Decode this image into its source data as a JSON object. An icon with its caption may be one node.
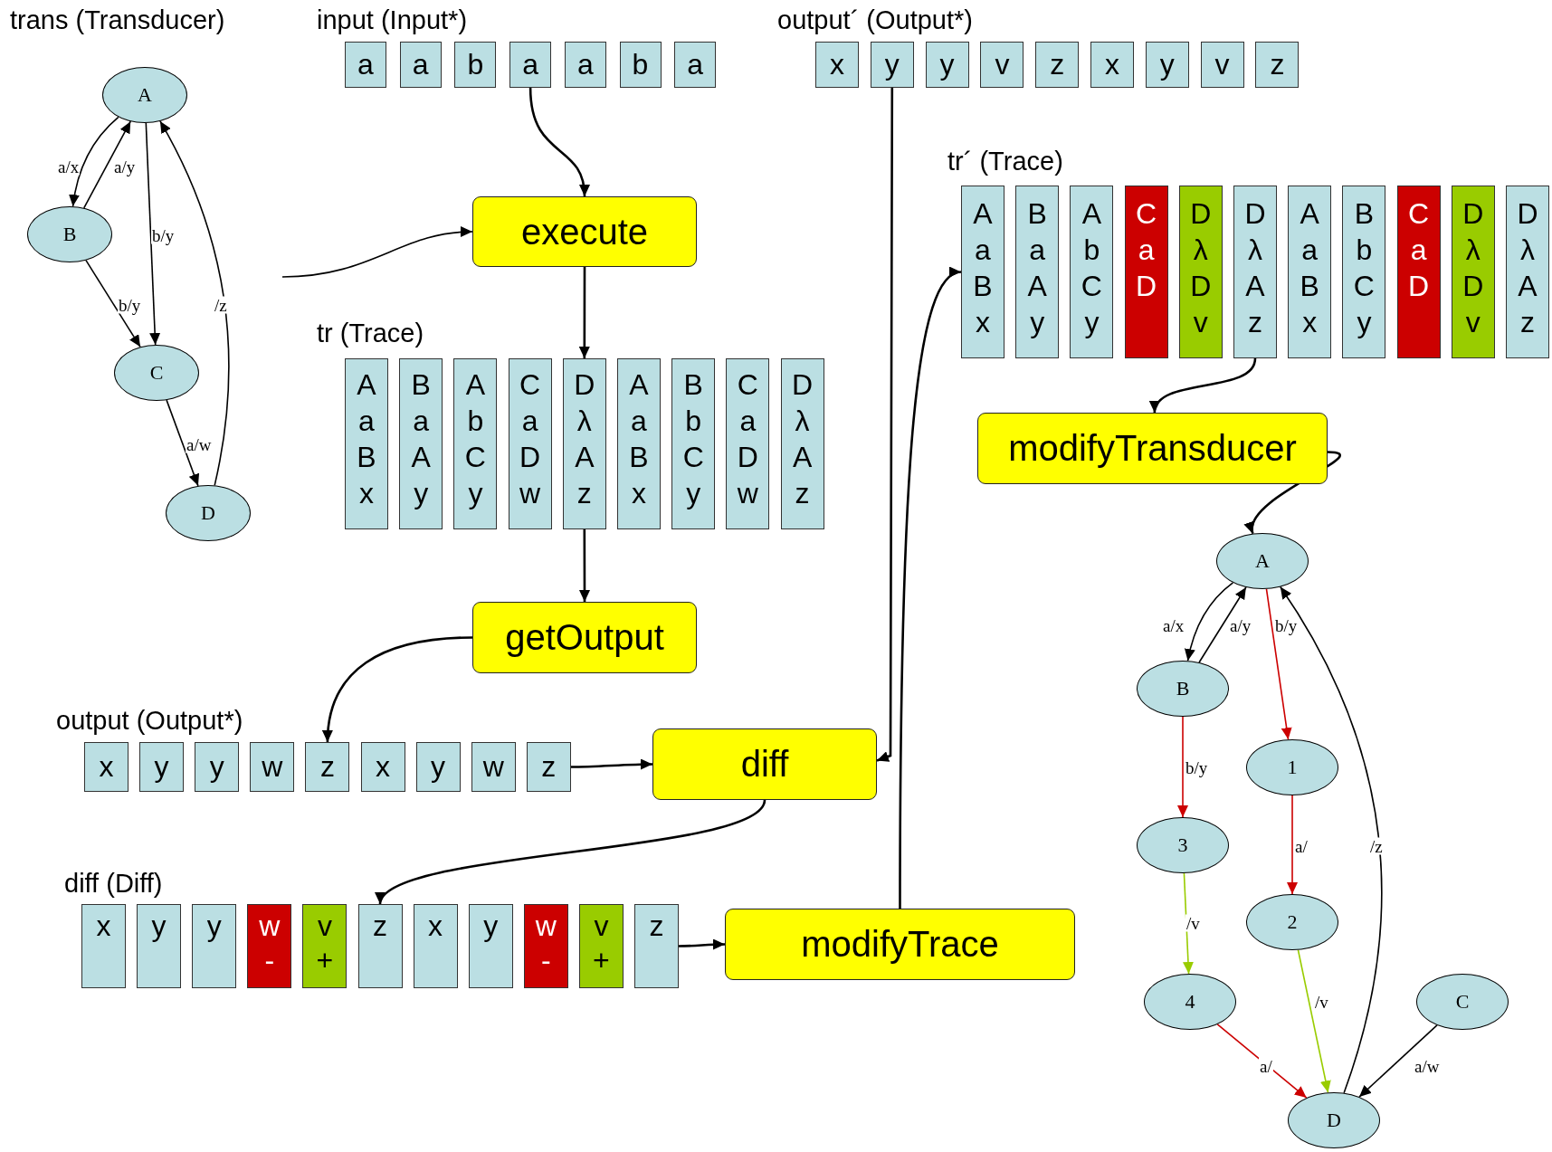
{
  "diagram": {
    "nodes": [
      {
        "text": [
          "A"
        ]
      },
      {
        "text": [
          "B"
        ]
      },
      {
        "text": [
          "C"
        ]
      },
      {
        "text": [
          "D"
        ]
      },
      {
        "text": [
          "a"
        ]
      },
      {
        "text": [
          "a"
        ]
      },
      {
        "text": [
          "b"
        ]
      },
      {
        "text": [
          "a"
        ]
      },
      {
        "text": [
          "a"
        ]
      },
      {
        "text": [
          "b"
        ]
      },
      {
        "text": [
          "a"
        ]
      },
      {
        "text": [
          "x"
        ]
      },
      {
        "text": [
          "y"
        ]
      },
      {
        "text": [
          "y"
        ]
      },
      {
        "text": [
          "v"
        ]
      },
      {
        "text": [
          "z"
        ]
      },
      {
        "text": [
          "x"
        ]
      },
      {
        "text": [
          "y"
        ]
      },
      {
        "text": [
          "v"
        ]
      },
      {
        "text": [
          "z"
        ]
      },
      {
        "text": [
          "execute"
        ]
      },
      {
        "text": [
          "A",
          "a",
          "B",
          "x"
        ]
      },
      {
        "text": [
          "B",
          "a",
          "A",
          "y"
        ]
      },
      {
        "text": [
          "A",
          "b",
          "C",
          "y"
        ]
      },
      {
        "text": [
          "C",
          "a",
          "D"
        ]
      },
      {
        "text": [
          "D",
          "λ",
          "D",
          "v"
        ]
      },
      {
        "text": [
          "D",
          "λ",
          "A",
          "z"
        ]
      },
      {
        "text": [
          "A",
          "a",
          "B",
          "x"
        ]
      },
      {
        "text": [
          "B",
          "b",
          "C",
          "y"
        ]
      },
      {
        "text": [
          "C",
          "a",
          "D"
        ]
      },
      {
        "text": [
          "D",
          "λ",
          "D",
          "v"
        ]
      },
      {
        "text": [
          "D",
          "λ",
          "A",
          "z"
        ]
      },
      {
        "text": [
          "A",
          "a",
          "B",
          "x"
        ]
      },
      {
        "text": [
          "B",
          "a",
          "A",
          "y"
        ]
      },
      {
        "text": [
          "A",
          "b",
          "C",
          "y"
        ]
      },
      {
        "text": [
          "C",
          "a",
          "D",
          "w"
        ]
      },
      {
        "text": [
          "D",
          "λ",
          "A",
          "z"
        ]
      },
      {
        "text": [
          "A",
          "a",
          "B",
          "x"
        ]
      },
      {
        "text": [
          "B",
          "b",
          "C",
          "y"
        ]
      },
      {
        "text": [
          "C",
          "a",
          "D",
          "w"
        ]
      },
      {
        "text": [
          "D",
          "λ",
          "A",
          "z"
        ]
      },
      {
        "text": [
          "modifyTransducer"
        ]
      },
      {
        "text": [
          "A"
        ]
      },
      {
        "text": [
          "B"
        ]
      },
      {
        "text": [
          "1"
        ]
      },
      {
        "text": [
          "3"
        ]
      },
      {
        "text": [
          "2"
        ]
      },
      {
        "text": [
          "4"
        ]
      },
      {
        "text": [
          "C"
        ]
      },
      {
        "text": [
          "D"
        ]
      },
      {
        "text": [
          "getOutput"
        ]
      },
      {
        "text": [
          "x"
        ]
      },
      {
        "text": [
          "y"
        ]
      },
      {
        "text": [
          "y"
        ]
      },
      {
        "text": [
          "w"
        ]
      },
      {
        "text": [
          "z"
        ]
      },
      {
        "text": [
          "x"
        ]
      },
      {
        "text": [
          "y"
        ]
      },
      {
        "text": [
          "w"
        ]
      },
      {
        "text": [
          "z"
        ]
      },
      {
        "text": [
          "diff"
        ]
      },
      {
        "text": [
          "x"
        ]
      },
      {
        "text": [
          "y"
        ]
      },
      {
        "text": [
          "y"
        ]
      },
      {
        "text": [
          "w",
          "-"
        ]
      },
      {
        "text": [
          "v",
          "+"
        ]
      },
      {
        "text": [
          "z"
        ]
      },
      {
        "text": [
          "x"
        ]
      },
      {
        "text": [
          "y"
        ]
      },
      {
        "text": [
          "w",
          "-"
        ]
      },
      {
        "text": [
          "v",
          "+"
        ]
      },
      {
        "text": [
          "z"
        ]
      },
      {
        "text": [
          "modifyTrace"
        ]
      }
    ],
    "edges": [
      {
        "from": 7,
        "to": 20,
        "arrow": "to"
      },
      {
        "from": null,
        "to": 20,
        "arrow": "to"
      },
      {
        "from": 20,
        "to": 36,
        "arrow": "to"
      },
      {
        "from": 36,
        "to": 50,
        "arrow": "to"
      },
      {
        "from": 50,
        "to": 55,
        "arrow": "to"
      },
      {
        "from": 59,
        "to": 60,
        "arrow": "to"
      },
      {
        "from": 12,
        "to": 60,
        "arrow": "to"
      },
      {
        "from": 60,
        "to": 66,
        "arrow": "to"
      },
      {
        "from": 71,
        "to": 72,
        "arrow": "to"
      },
      {
        "from": 72,
        "to": 21,
        "arrow": "to"
      },
      {
        "from": 26,
        "to": 41,
        "arrow": "to"
      },
      {
        "from": 41,
        "to": 42,
        "arrow": "to"
      },
      {
        "from": 0,
        "to": 1,
        "arrow": "to",
        "label": "a/x"
      },
      {
        "from": 1,
        "to": 0,
        "arrow": "to",
        "label": "a/y"
      },
      {
        "from": 0,
        "to": 2,
        "arrow": "to",
        "label": "b/y"
      },
      {
        "from": 1,
        "to": 2,
        "arrow": "to",
        "label": "b/y"
      },
      {
        "from": 2,
        "to": 3,
        "arrow": "to",
        "label": "a/w"
      },
      {
        "from": 3,
        "to": 0,
        "arrow": "to",
        "label": "/z"
      },
      {
        "from": 42,
        "to": 43,
        "arrow": "to",
        "label": "a/x"
      },
      {
        "from": 43,
        "to": 42,
        "arrow": "to",
        "label": "a/y"
      },
      {
        "from": 42,
        "to": 44,
        "arrow": "to",
        "label": "b/y",
        "color": "#cc0000"
      },
      {
        "from": 43,
        "to": 45,
        "arrow": "to",
        "label": "b/y",
        "color": "#cc0000"
      },
      {
        "from": 44,
        "to": 46,
        "arrow": "to",
        "label": "a/",
        "color": "#cc0000"
      },
      {
        "from": 45,
        "to": 47,
        "arrow": "to",
        "label": "/v",
        "color": "#99cc00"
      },
      {
        "from": 46,
        "to": 49,
        "arrow": "to",
        "label": "/v",
        "color": "#99cc00"
      },
      {
        "from": 47,
        "to": 49,
        "arrow": "to",
        "label": "a/",
        "color": "#cc0000"
      },
      {
        "from": 48,
        "to": 49,
        "arrow": "to",
        "label": "a/w"
      },
      {
        "from": 49,
        "to": 42,
        "arrow": "to",
        "label": "/z"
      }
    ],
    "labels": [
      "trans (Transducer)",
      "input (Input*)",
      "output´ (Output*)",
      "tr´ (Trace)",
      "tr (Trace)",
      "output (Output*)",
      "diff (Diff)"
    ]
  }
}
